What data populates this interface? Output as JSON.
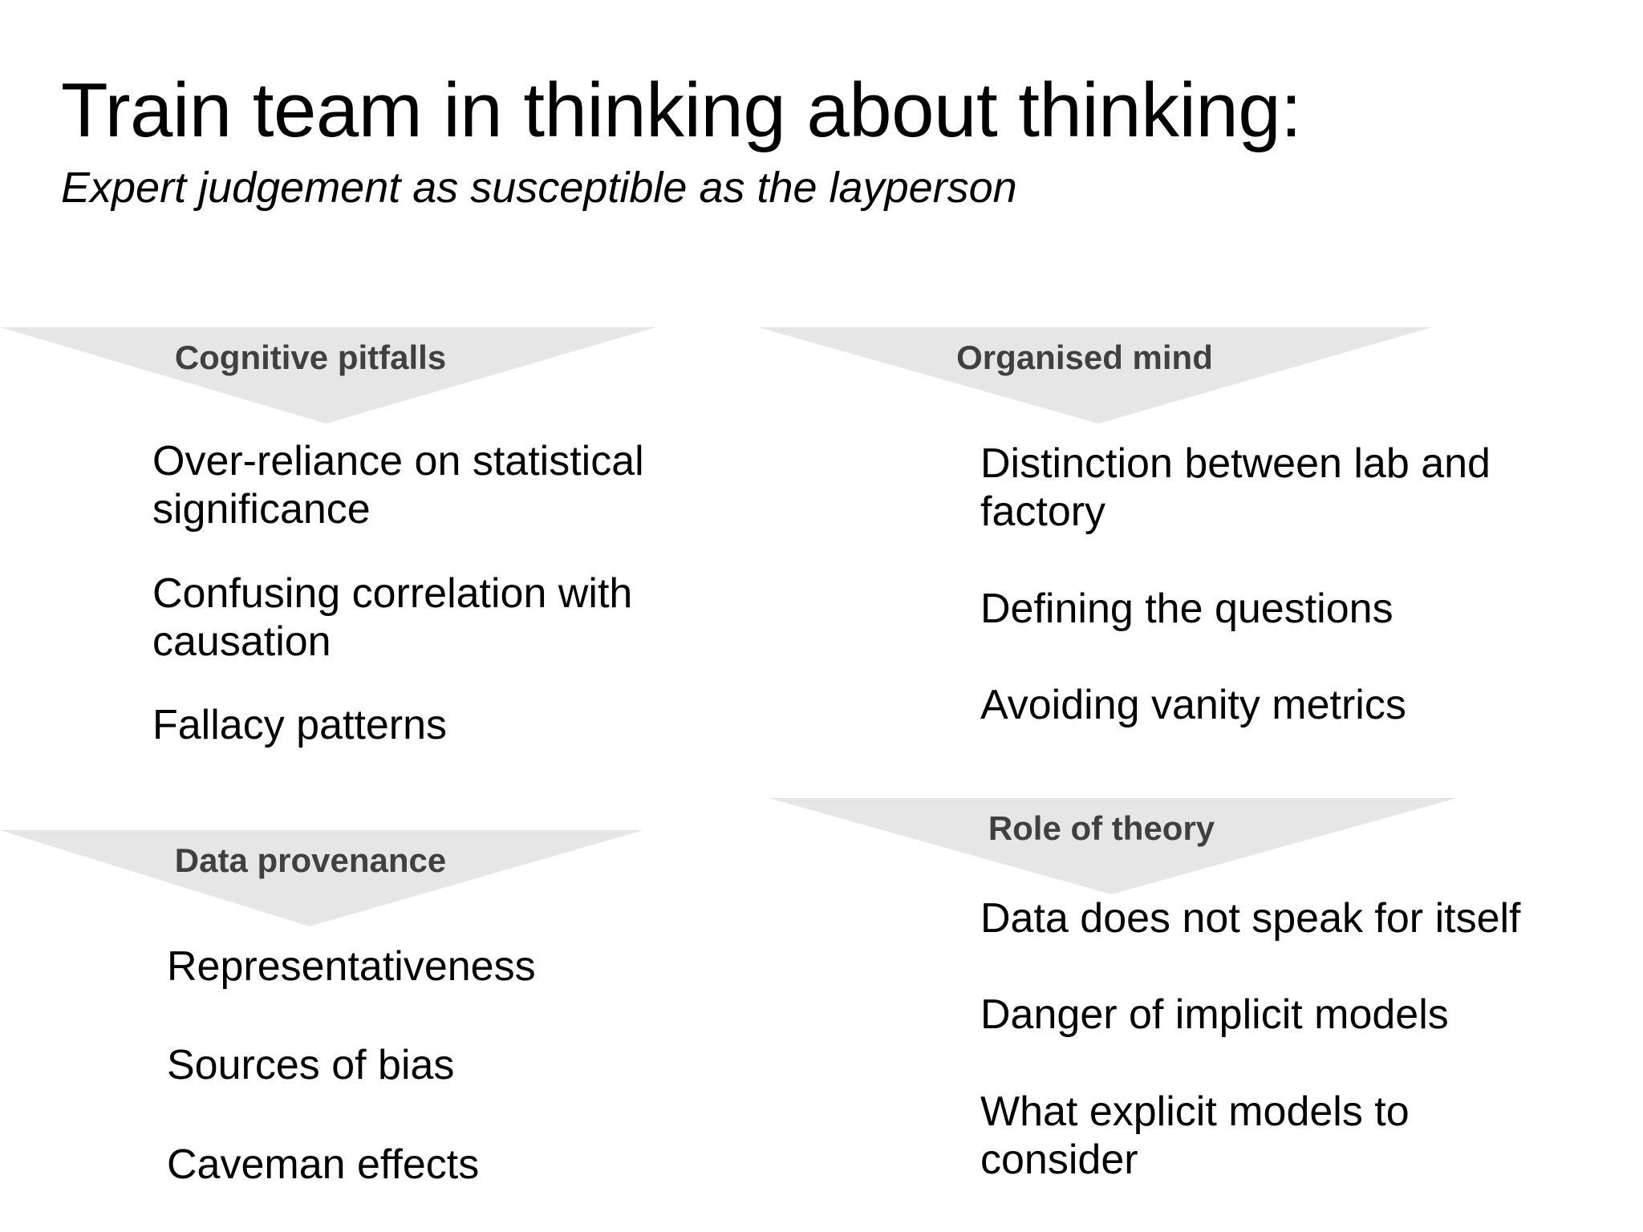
{
  "slide": {
    "title": "Train team in thinking about thinking:",
    "subtitle": "Expert judgement as susceptible as the layperson",
    "background_color": "#FFFFFF",
    "banner_fill_color": "#E6E6E6",
    "banner_text_color": "#404040",
    "body_text_color": "#000000"
  },
  "sections": [
    {
      "id": "cognitive-pitfalls",
      "header": "Cognitive pitfalls",
      "items": [
        "Over-reliance on statistical significance",
        "Confusing correlation with causation",
        "Fallacy patterns"
      ]
    },
    {
      "id": "organised-mind",
      "header": "Organised mind",
      "items": [
        "Distinction between lab and factory",
        "Defining the questions",
        "Avoiding vanity metrics"
      ]
    },
    {
      "id": "data-provenance",
      "header": "Data provenance",
      "items": [
        "Representativeness",
        "Sources of bias",
        "Caveman effects"
      ]
    },
    {
      "id": "role-of-theory",
      "header": "Role of theory",
      "items": [
        "Data does not speak for itself",
        "Danger of implicit models",
        "What explicit models to consider"
      ]
    }
  ]
}
